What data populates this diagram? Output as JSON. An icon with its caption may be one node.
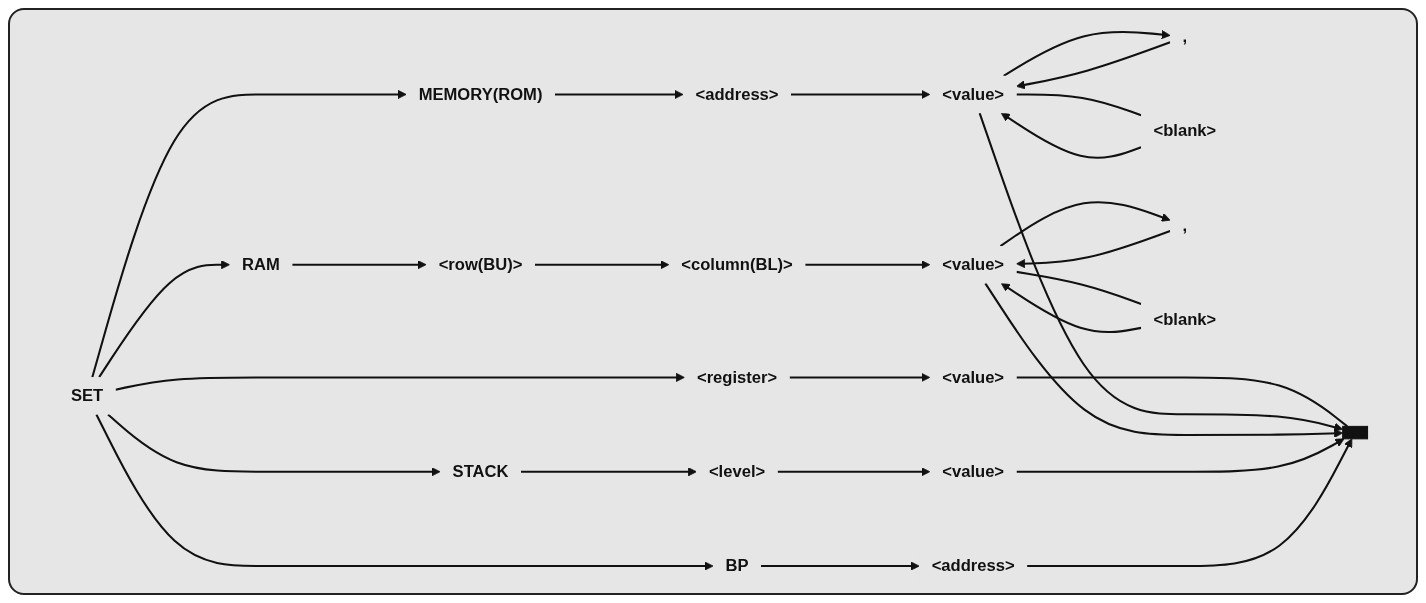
{
  "diagram": {
    "nodes": [
      {
        "text": [
          "SET"
        ]
      },
      {
        "text": [
          "<register>"
        ]
      },
      {
        "text": [
          "<value>"
        ]
      },
      {
        "text": [],
        "shape": "bar"
      },
      {
        "text": [
          "MEMORY(ROM)"
        ]
      },
      {
        "text": [
          "<address>"
        ]
      },
      {
        "text": [
          "<value>"
        ]
      },
      {
        "text": [
          ","
        ]
      },
      {
        "text": [
          "<blank>"
        ]
      },
      {
        "text": [
          "RAM"
        ]
      },
      {
        "text": [
          "<row(BU)>"
        ]
      },
      {
        "text": [
          "<column(BL)>"
        ]
      },
      {
        "text": [
          "<value>"
        ]
      },
      {
        "text": [
          ","
        ]
      },
      {
        "text": [
          "<blank>"
        ]
      },
      {
        "text": [
          "STACK"
        ]
      },
      {
        "text": [
          "<level>"
        ]
      },
      {
        "text": [
          "<value>"
        ]
      },
      {
        "text": [
          "BP"
        ]
      },
      {
        "text": [
          "<address>"
        ]
      }
    ],
    "edges": [
      {
        "from": 0,
        "to": 1,
        "arrow": "to"
      },
      {
        "from": 0,
        "to": 4,
        "arrow": "to"
      },
      {
        "from": 0,
        "to": 9,
        "arrow": "to"
      },
      {
        "from": 0,
        "to": 15,
        "arrow": "to"
      },
      {
        "from": 0,
        "to": 18,
        "arrow": "to"
      },
      {
        "from": 1,
        "to": 2,
        "arrow": "to"
      },
      {
        "from": 2,
        "to": 3,
        "arrow": "none"
      },
      {
        "from": 4,
        "to": 5,
        "arrow": "to"
      },
      {
        "from": 5,
        "to": 6,
        "arrow": "to"
      },
      {
        "from": 6,
        "to": 7,
        "arrow": "to"
      },
      {
        "from": 6,
        "to": 8,
        "arrow": "none"
      },
      {
        "from": 7,
        "to": 6,
        "arrow": "to"
      },
      {
        "from": 8,
        "to": 6,
        "arrow": "to"
      },
      {
        "from": 6,
        "to": 3,
        "arrow": "to"
      },
      {
        "from": 9,
        "to": 10,
        "arrow": "to"
      },
      {
        "from": 10,
        "to": 11,
        "arrow": "to"
      },
      {
        "from": 11,
        "to": 12,
        "arrow": "to"
      },
      {
        "from": 12,
        "to": 13,
        "arrow": "to"
      },
      {
        "from": 12,
        "to": 14,
        "arrow": "none"
      },
      {
        "from": 13,
        "to": 12,
        "arrow": "to"
      },
      {
        "from": 14,
        "to": 12,
        "arrow": "to"
      },
      {
        "from": 12,
        "to": 3,
        "arrow": "to"
      },
      {
        "from": 15,
        "to": 16,
        "arrow": "to"
      },
      {
        "from": 16,
        "to": 17,
        "arrow": "to"
      },
      {
        "from": 17,
        "to": 3,
        "arrow": "to"
      },
      {
        "from": 18,
        "to": 19,
        "arrow": "to"
      },
      {
        "from": 19,
        "to": 3,
        "arrow": "to"
      }
    ]
  }
}
